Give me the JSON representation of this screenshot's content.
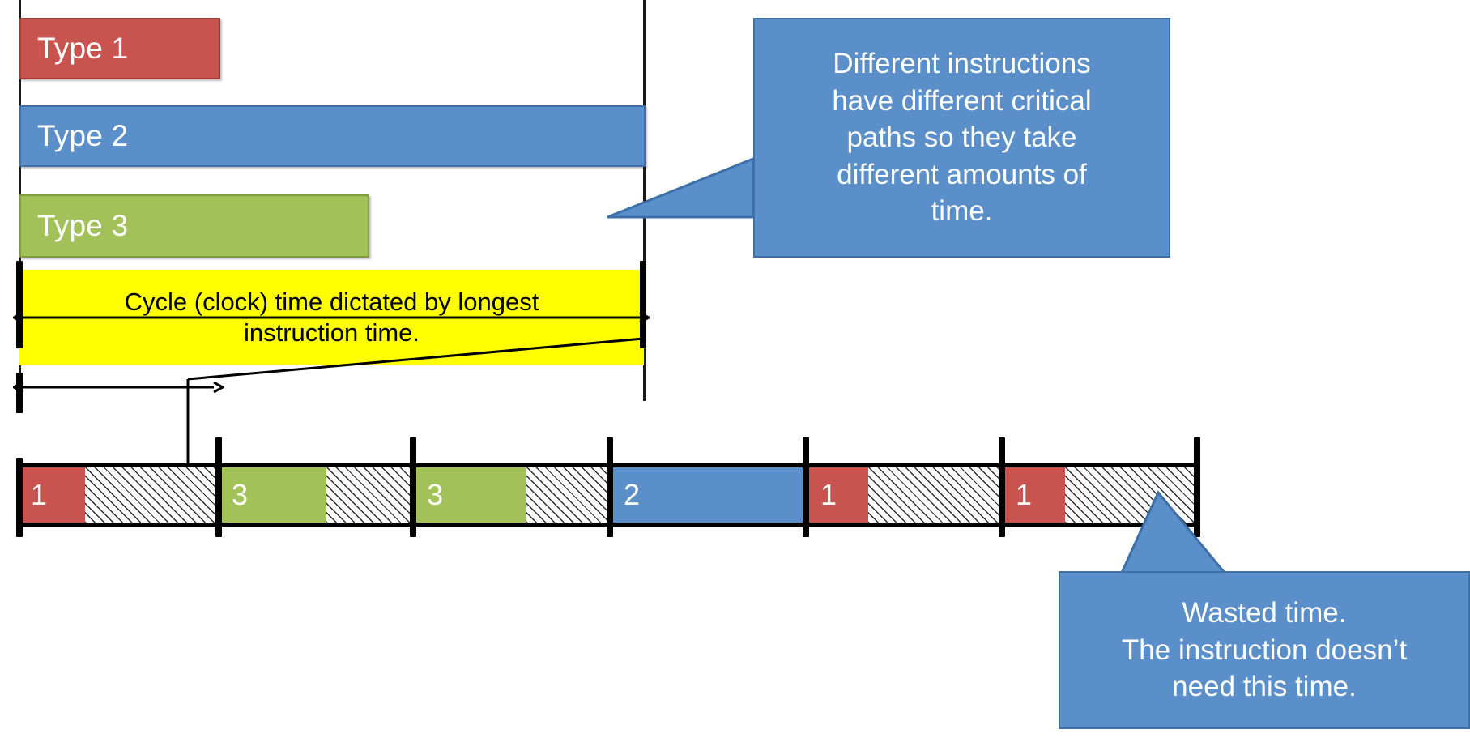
{
  "diagram": {
    "title": "Single-cycle datapath clock period and wasted time",
    "colors": {
      "type1_red": "#c9544f",
      "type2_blue": "#5b8fc9",
      "type3_green": "#a2c159",
      "cycle_highlight_yellow": "#ffff00",
      "callout_blue": "#5b8fc9",
      "line_black": "#000000",
      "waste_hatch": "#2b2b2b"
    }
  },
  "critical_path_bars": [
    {
      "label": "Type 1",
      "color_key": "type1_red",
      "relative_length": 0.319
    },
    {
      "label": "Type 2",
      "color_key": "type2_blue",
      "relative_length": 1.0
    },
    {
      "label": "Type 3",
      "color_key": "type3_green",
      "relative_length": 0.559
    }
  ],
  "cycle_note": {
    "line1": "Cycle (clock) time dictated by longest",
    "line2": "instruction time.",
    "full_text": "Cycle (clock) time dictated by longest instruction time."
  },
  "callouts": [
    {
      "id": "different-instructions",
      "lines": [
        "Different instructions",
        "have different critical",
        "paths so they take",
        "different amounts of",
        "time."
      ],
      "full_text": "Different instructions have different critical paths so they take different amounts of time."
    },
    {
      "id": "wasted-time",
      "lines": [
        "Wasted time.",
        "The instruction doesn’t",
        "need this time."
      ],
      "full_text": "Wasted time. The instruction doesn’t need this time."
    }
  ],
  "timeline": {
    "cycle_count": 6,
    "cycles": [
      {
        "index": 1,
        "instruction_label": "1",
        "type": "Type 1",
        "color_key": "type1_red",
        "work_fraction": 0.33,
        "waste_fraction": 0.67
      },
      {
        "index": 2,
        "instruction_label": "3",
        "type": "Type 3",
        "color_key": "type3_green",
        "work_fraction": 0.55,
        "waste_fraction": 0.45
      },
      {
        "index": 3,
        "instruction_label": "3",
        "type": "Type 3",
        "color_key": "type3_green",
        "work_fraction": 0.56,
        "waste_fraction": 0.44
      },
      {
        "index": 4,
        "instruction_label": "2",
        "type": "Type 2",
        "color_key": "type2_blue",
        "work_fraction": 1.0,
        "waste_fraction": 0.0
      },
      {
        "index": 5,
        "instruction_label": "1",
        "type": "Type 1",
        "color_key": "type1_red",
        "work_fraction": 0.3,
        "waste_fraction": 0.7
      },
      {
        "index": 6,
        "instruction_label": "1",
        "type": "Type 1",
        "color_key": "type1_red",
        "work_fraction": 0.31,
        "waste_fraction": 0.69
      }
    ]
  },
  "measure_arrows": [
    {
      "id": "clock-period-top",
      "description": "clock period measured across longest instruction"
    },
    {
      "id": "clock-period-timeline",
      "description": "one clock cycle on the timeline"
    }
  ]
}
